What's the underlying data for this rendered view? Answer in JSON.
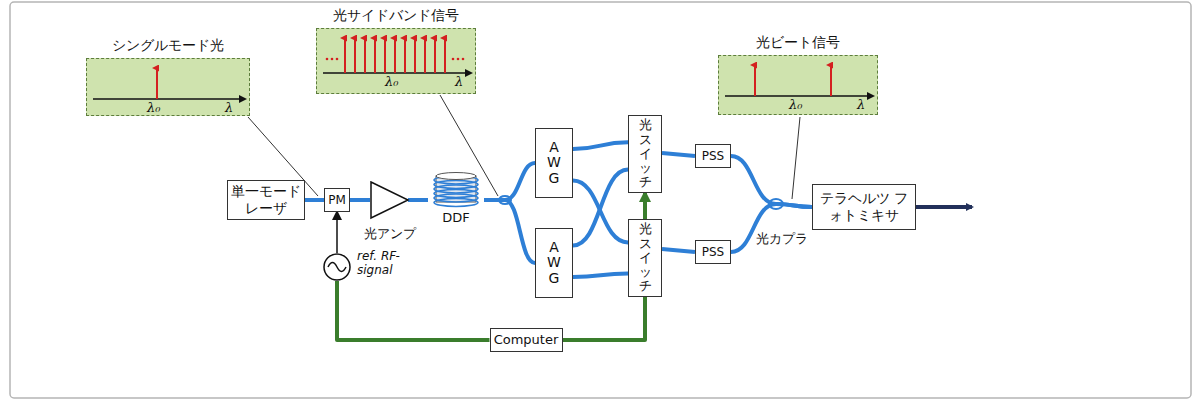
{
  "diagram": {
    "nodes": [
      {
        "text": [
          "シングルモード光",
          "λ₀",
          "λ"
        ]
      },
      {
        "text": [
          "光サイドバンド信号",
          "λ₀",
          "λ"
        ]
      },
      {
        "text": [
          "光ビート信号",
          "λ₀",
          "λ"
        ]
      },
      {
        "text": [
          "単一モード レーザ"
        ]
      },
      {
        "text": [
          "PM"
        ]
      },
      {
        "text": [
          "光アンプ"
        ]
      },
      {
        "text": [
          "DDF"
        ]
      },
      {
        "text": [
          "AWG"
        ]
      },
      {
        "text": [
          "AWG"
        ]
      },
      {
        "text": [
          "光スイッチ"
        ]
      },
      {
        "text": [
          "光スイッチ"
        ]
      },
      {
        "text": [
          "PSS"
        ]
      },
      {
        "text": [
          "PSS"
        ]
      },
      {
        "text": [
          "テラヘルツ フォトミキサ"
        ]
      },
      {
        "text": [
          "ref. RF-signal"
        ]
      },
      {
        "text": [
          "Computer"
        ]
      }
    ],
    "edges": [
      {
        "from": 3,
        "to": 4,
        "arrow": "none"
      },
      {
        "from": 4,
        "to": 5,
        "arrow": "none"
      },
      {
        "from": 5,
        "to": 6,
        "arrow": "none"
      },
      {
        "from": 6,
        "to": 7,
        "arrow": "none"
      },
      {
        "from": 6,
        "to": 8,
        "arrow": "none"
      },
      {
        "from": 7,
        "to": 9,
        "arrow": "none"
      },
      {
        "from": 7,
        "to": 10,
        "arrow": "none"
      },
      {
        "from": 8,
        "to": 9,
        "arrow": "none"
      },
      {
        "from": 8,
        "to": 10,
        "arrow": "none"
      },
      {
        "from": 9,
        "to": 11,
        "arrow": "none"
      },
      {
        "from": 10,
        "to": 12,
        "arrow": "none"
      },
      {
        "from": 11,
        "to": 13,
        "arrow": "none"
      },
      {
        "from": 12,
        "to": 13,
        "arrow": "none"
      },
      {
        "from": 14,
        "to": 4,
        "arrow": "to"
      },
      {
        "from": 15,
        "to": 14,
        "arrow": "none"
      },
      {
        "from": 15,
        "to": 10,
        "arrow": "none"
      },
      {
        "from": 10,
        "to": 9,
        "arrow": "to"
      }
    ],
    "labels": [
      "光カプラ"
    ]
  }
}
